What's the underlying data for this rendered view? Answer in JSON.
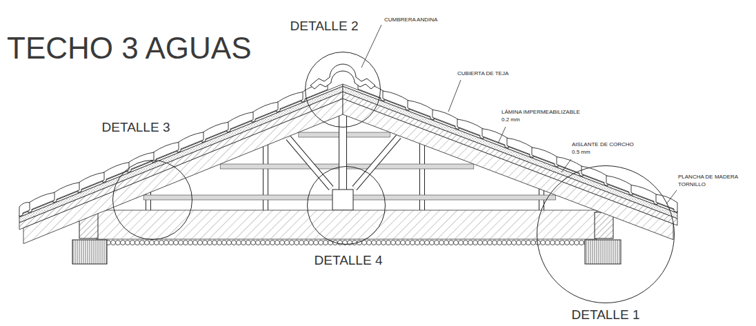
{
  "diagram": {
    "title": "TECHO 3 AGUAS",
    "nodes": [
      {
        "text": [
          "DETALLE 2"
        ]
      },
      {
        "text": [
          "DETALLE 3"
        ]
      },
      {
        "text": [
          "DETALLE 4"
        ]
      },
      {
        "text": [
          "DETALLE 1"
        ]
      }
    ],
    "labels": [
      "CUMBRERA ANDINA",
      "CUBIERTA DE TEJA",
      "LÁMINA IMPERMEABILIZABLE",
      "0.2 mm",
      "AISLANTE DE CORCHO",
      "0.5 mm",
      "PLANCHA DE MADERA",
      "TORNILLO"
    ]
  }
}
